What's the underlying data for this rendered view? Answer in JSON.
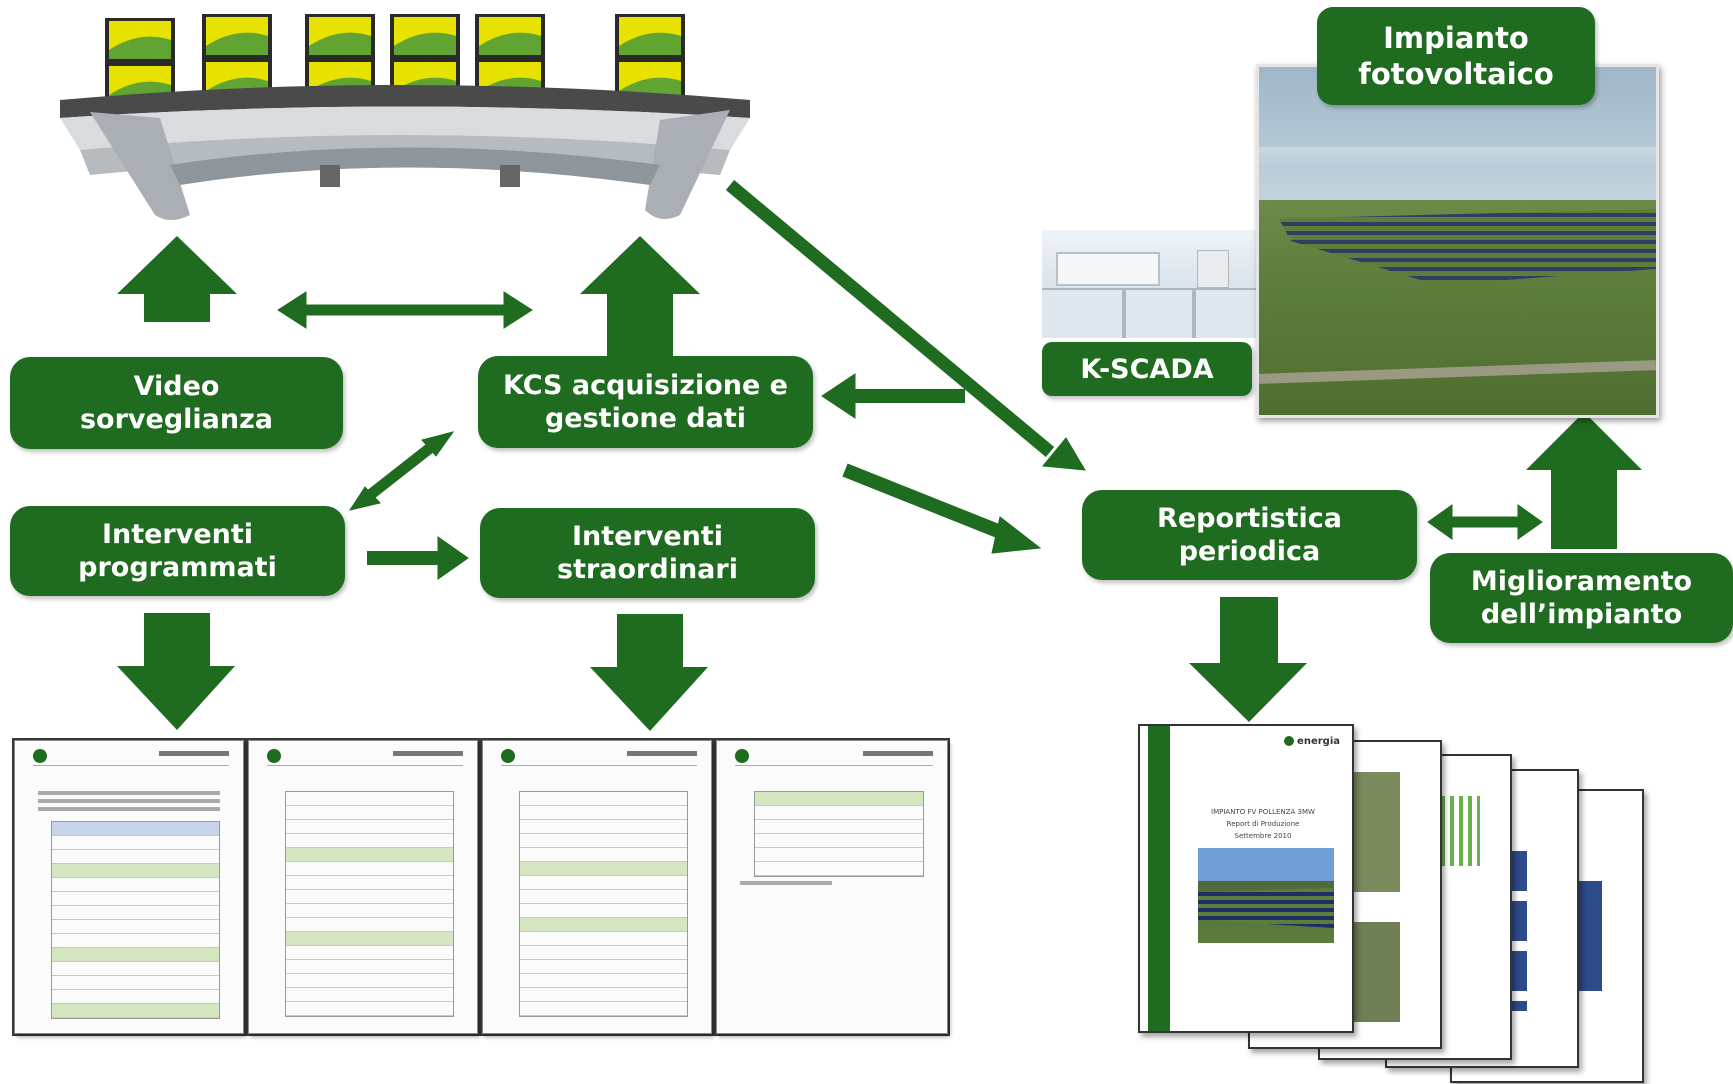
{
  "boxes": {
    "video": "Video\nsorveglianza",
    "kcs": "KCS acquisizione e\ngestione dati",
    "programmati": "Interventi\nprogrammati",
    "straordinari": "Interventi\nstraordinari",
    "reportistica": "Reportistica\nperiodica",
    "miglioramento": "Miglioramento\ndell’impianto",
    "impianto": "Impianto\nfotovoltaico",
    "kscada": "K-SCADA"
  },
  "report_cover": {
    "brand": "energia",
    "title": "IMPIANTO FV POLLENZA 3MW",
    "subtitle": "Report di Produzione",
    "date": "Settembre 2010"
  },
  "colors": {
    "green": "#1f6b1f",
    "white": "#ffffff"
  }
}
